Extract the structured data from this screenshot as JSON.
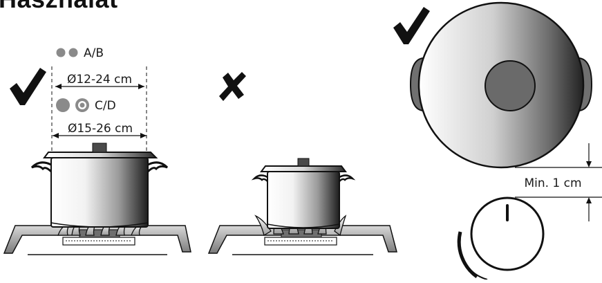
{
  "title": "Használat",
  "labels": {
    "burner_ab": "A/B",
    "diameter_ab": "Ø12-24 cm",
    "burner_cd": "C/D",
    "diameter_cd": "Ø15-26 cm",
    "min_distance": "Min. 1 cm"
  },
  "icons": {
    "correct": "check-mark-icon",
    "incorrect": "cross-mark-icon"
  },
  "colors": {
    "ink": "#1a1a1a",
    "burner_grey": "#8a8a8a",
    "handle_grey": "#707070",
    "lid_knob": "#6a6a6a"
  }
}
